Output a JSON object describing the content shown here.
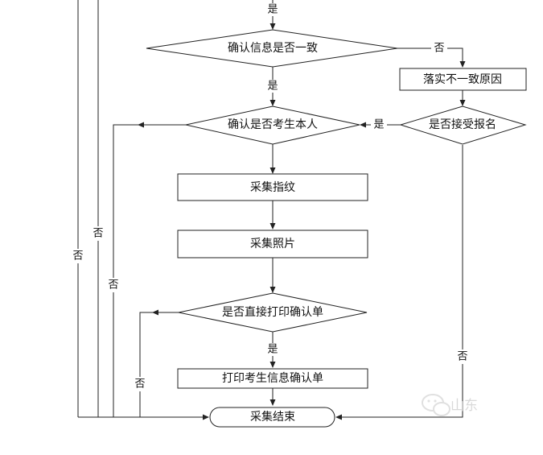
{
  "nodes": {
    "confirm_info": "确认信息是否一致",
    "fix_reason": "落实不一致原因",
    "accept_registration": "是否接受报名",
    "confirm_person": "确认是否考生本人",
    "collect_fingerprint": "采集指纹",
    "collect_photo": "采集照片",
    "print_directly": "是否直接打印确认单",
    "print_form": "打印考生信息确认单",
    "end": "采集结束"
  },
  "edges": {
    "top_yes": "是",
    "info_no": "否",
    "info_yes": "是",
    "accept_yes": "是",
    "accept_no": "否",
    "outer_no": "否",
    "middle_no": "否",
    "person_no": "否",
    "print_yes": "是",
    "print_no": "否"
  },
  "watermark": {
    "text": "山东",
    "icon": "wechat-bubble-icon"
  }
}
